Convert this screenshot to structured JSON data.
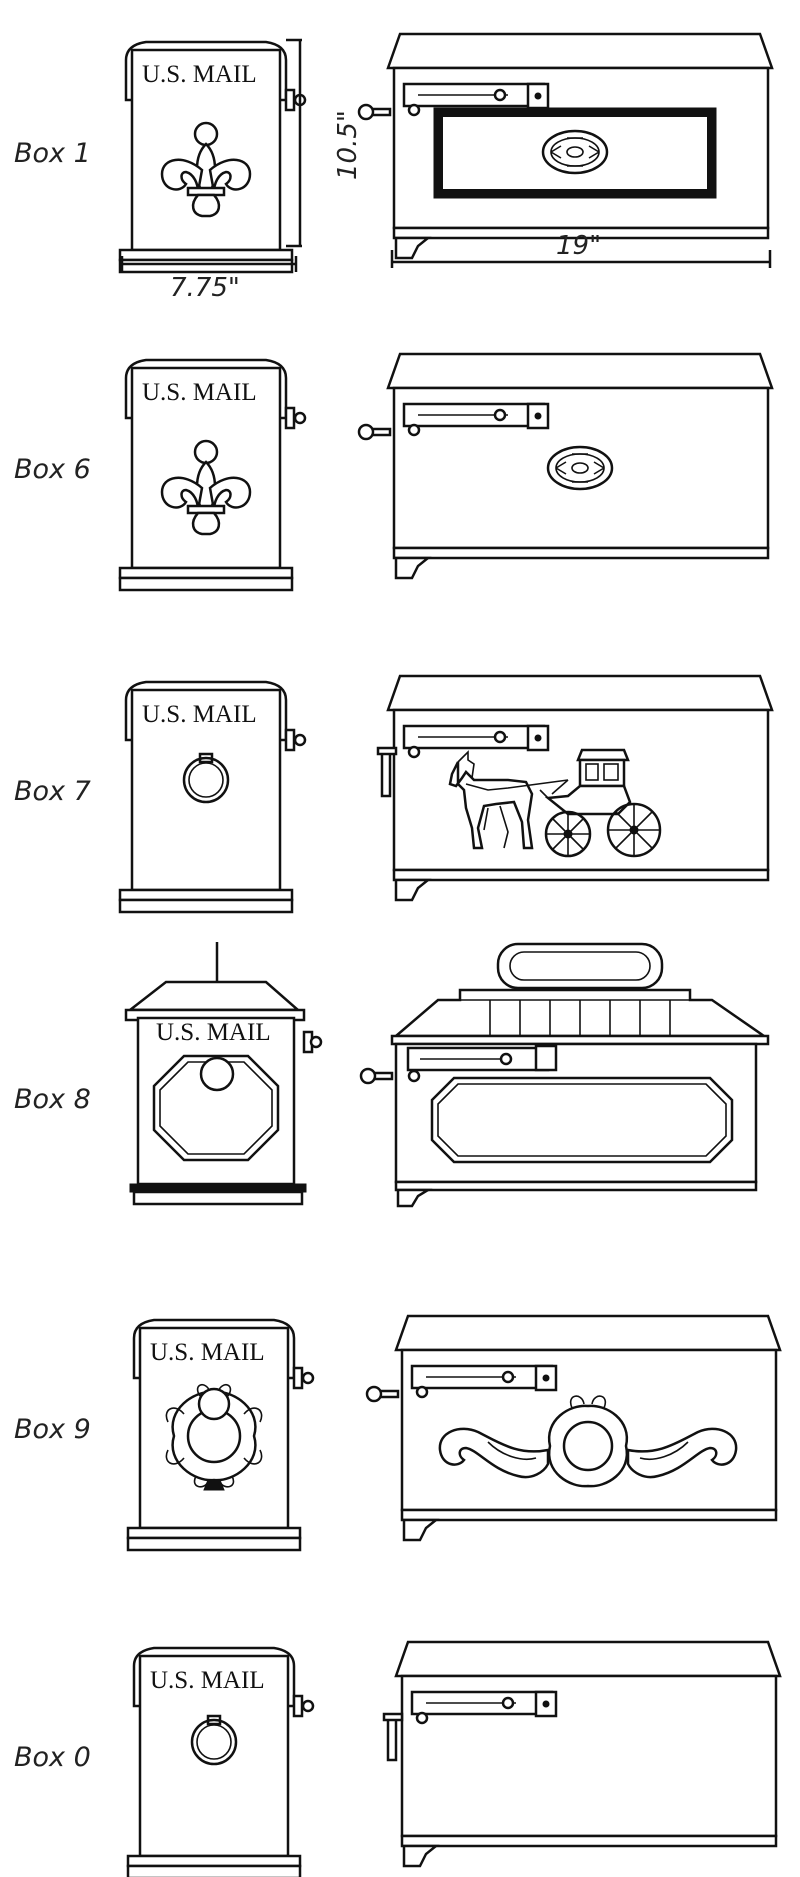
{
  "rows": [
    {
      "label": "Box 1",
      "front_text": "U.S. MAIL",
      "front_emblem": "fleur-de-lis-icon",
      "side_emblem": "medallion-icon"
    },
    {
      "label": "Box 6",
      "front_text": "U.S. MAIL",
      "front_emblem": "fleur-de-lis-icon",
      "side_emblem": "medallion-icon"
    },
    {
      "label": "Box 7",
      "front_text": "U.S. MAIL",
      "front_emblem": "ring-icon",
      "side_emblem": "horse-carriage-icon"
    },
    {
      "label": "Box 8",
      "front_text": "U.S. MAIL",
      "front_emblem": "octagon-panel-icon",
      "side_emblem": "octagon-panel-icon"
    },
    {
      "label": "Box 9",
      "front_text": "U.S. MAIL",
      "front_emblem": "wreath-icon",
      "side_emblem": "scroll-wreath-icon"
    },
    {
      "label": "Box 0",
      "front_text": "U.S. MAIL",
      "front_emblem": "ring-icon",
      "side_emblem": "none"
    }
  ],
  "dimensions": {
    "width": "7.75\"",
    "height": "10.5\"",
    "length": "19\""
  },
  "colors": {
    "line": "#111111",
    "background": "#ffffff"
  }
}
